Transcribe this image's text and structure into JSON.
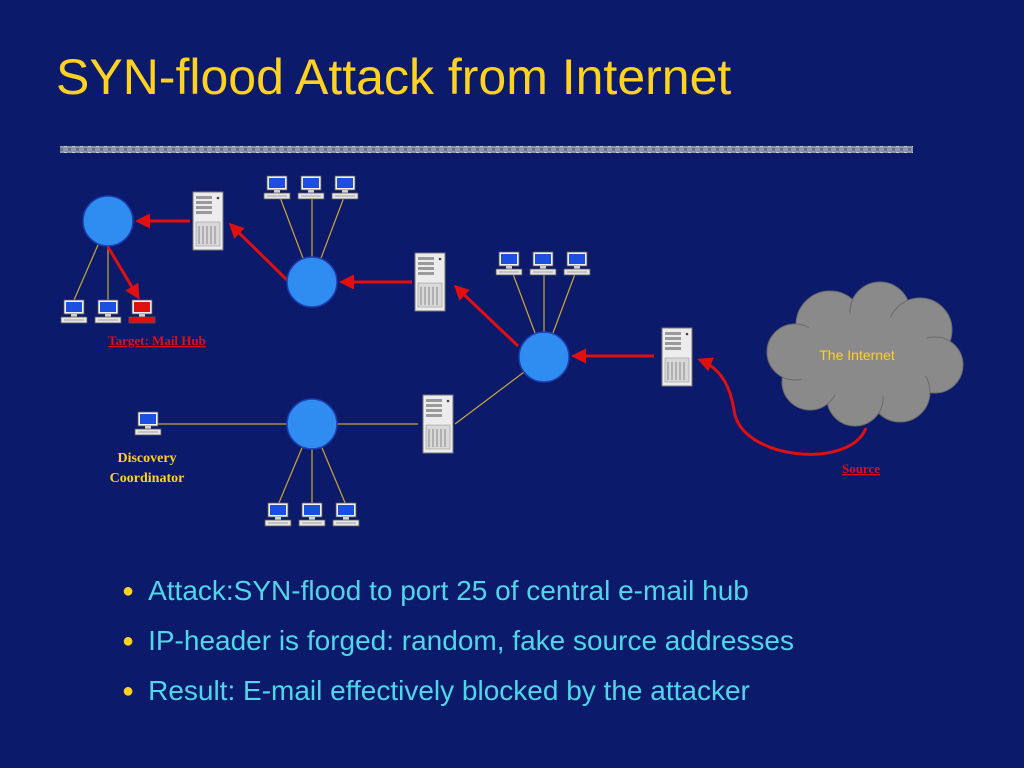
{
  "slide": {
    "title": "SYN-flood Attack from Internet"
  },
  "diagram": {
    "labels": {
      "target": "Target: Mail Hub",
      "discovery_line1": "Discovery",
      "discovery_line2": "Coordinator",
      "internet": "The Internet",
      "source": "Source"
    }
  },
  "bullets": [
    "Attack:SYN-flood to port 25 of central e-mail hub",
    "IP-header is forged: random, fake source addresses",
    "Result: E-mail effectively blocked by the attacker"
  ],
  "colors": {
    "background": "#0c1a6b",
    "title": "#ffd21f",
    "bullet_text": "#4fd6e8",
    "hub": "#2f8cf0",
    "attack_arrow": "#e01010",
    "link_line": "#c8a838",
    "target_pc": "#e01010",
    "cloud": "#8a8a8a"
  }
}
